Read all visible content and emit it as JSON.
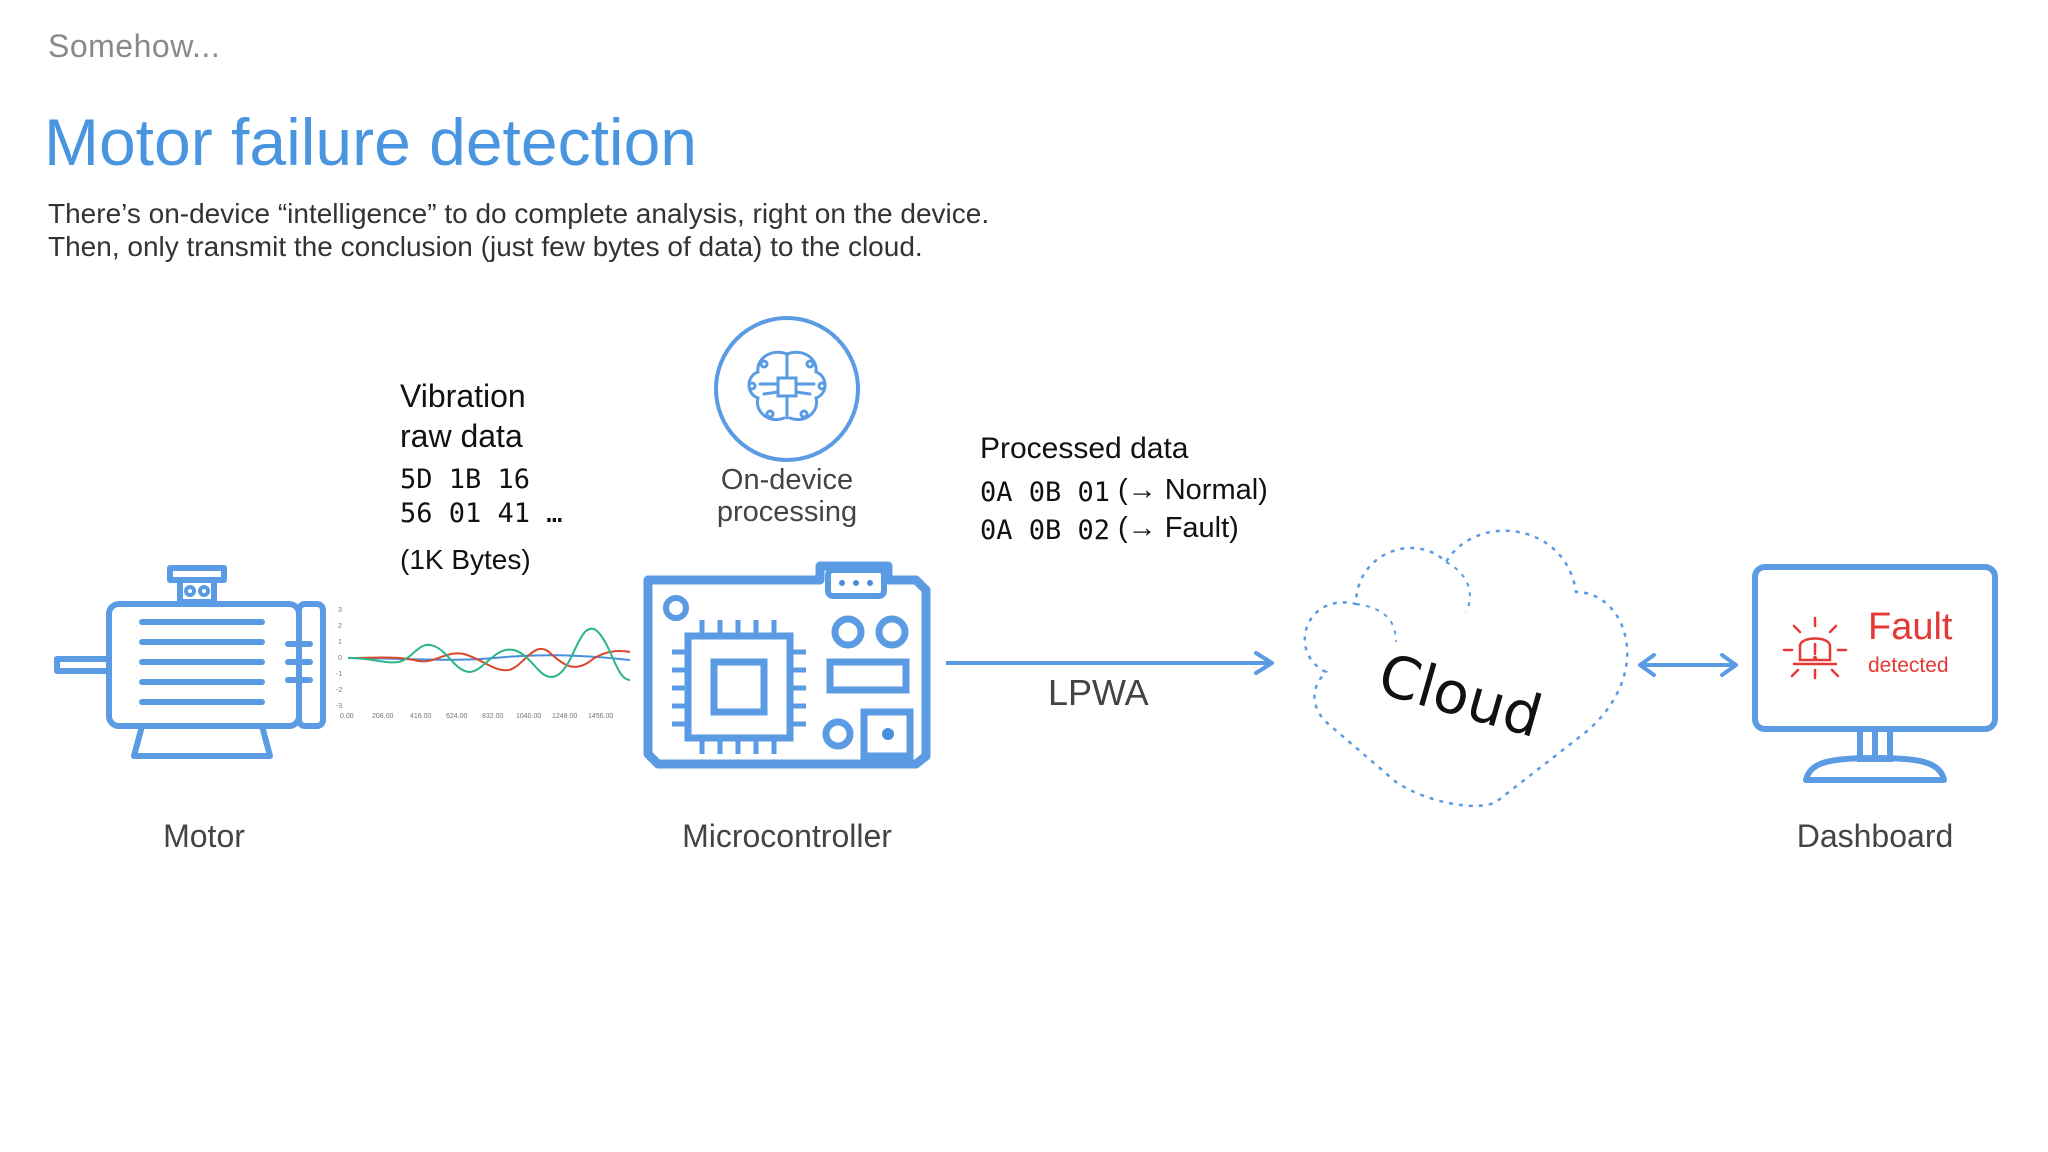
{
  "header": {
    "eyebrow": "Somehow...",
    "title": "Motor failure detection",
    "desc_line1": "There’s on-device “intelligence” to do complete analysis, right on the device.",
    "desc_line2": "Then, only transmit the conclusion (just few bytes of data) to the cloud."
  },
  "vibration": {
    "label_line1": "Vibration",
    "label_line2": "raw data",
    "hex_line1": "5D 1B 16",
    "hex_line2": "56 01 41 …",
    "size": "(1K Bytes)"
  },
  "mini_chart": {
    "y_ticks": [
      "3",
      "2",
      "1",
      "0",
      "-1",
      "-2",
      "-3"
    ],
    "x_ticks": [
      "0.00",
      "208.00",
      "416.00",
      "624.00",
      "832.00",
      "1040.00",
      "1248.00",
      "1456.00"
    ]
  },
  "processing": {
    "label_line1": "On-device",
    "label_line2": "processing"
  },
  "processed": {
    "title": "Processed data",
    "row1_hex": "0A 0B 01",
    "row1_result": "(→ Normal)",
    "row2_hex": "0A 0B 02",
    "row2_result": "(→ Fault)"
  },
  "link": {
    "label": "LPWA"
  },
  "cloud": {
    "label": "Cloud"
  },
  "dashboard": {
    "fault_title": "Fault",
    "fault_sub": "detected"
  },
  "captions": {
    "motor": "Motor",
    "microcontroller": "Microcontroller",
    "dashboard": "Dashboard"
  },
  "colors": {
    "accent": "#4a95e0",
    "icon": "#5a9be3",
    "fault": "#e53935",
    "series_green": "#2bb58a",
    "series_red": "#d9482b",
    "series_blue": "#4a8fdc"
  }
}
